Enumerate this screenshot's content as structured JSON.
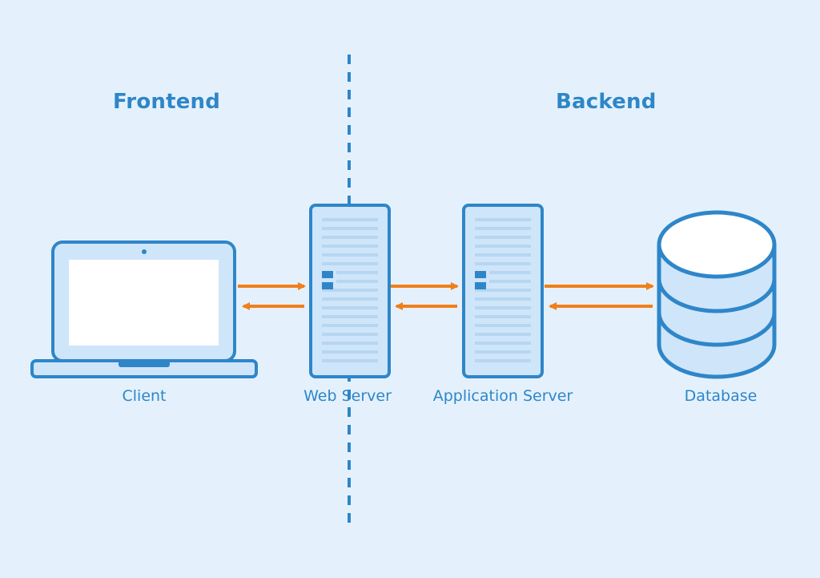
{
  "sections": {
    "frontend": "Frontend",
    "backend": "Backend"
  },
  "nodes": {
    "client": "Client",
    "web_server": "Web Server",
    "application_server": "Application Server",
    "database": "Database"
  },
  "colors": {
    "background": "#e4f1fc",
    "outline": "#2e86c8",
    "fill": "#cfe5fa",
    "screen": "#ffffff",
    "arrow": "#f07f1c"
  },
  "icons": {
    "client": "laptop-icon",
    "web_server": "server-icon",
    "application_server": "server-icon",
    "database": "database-icon"
  }
}
